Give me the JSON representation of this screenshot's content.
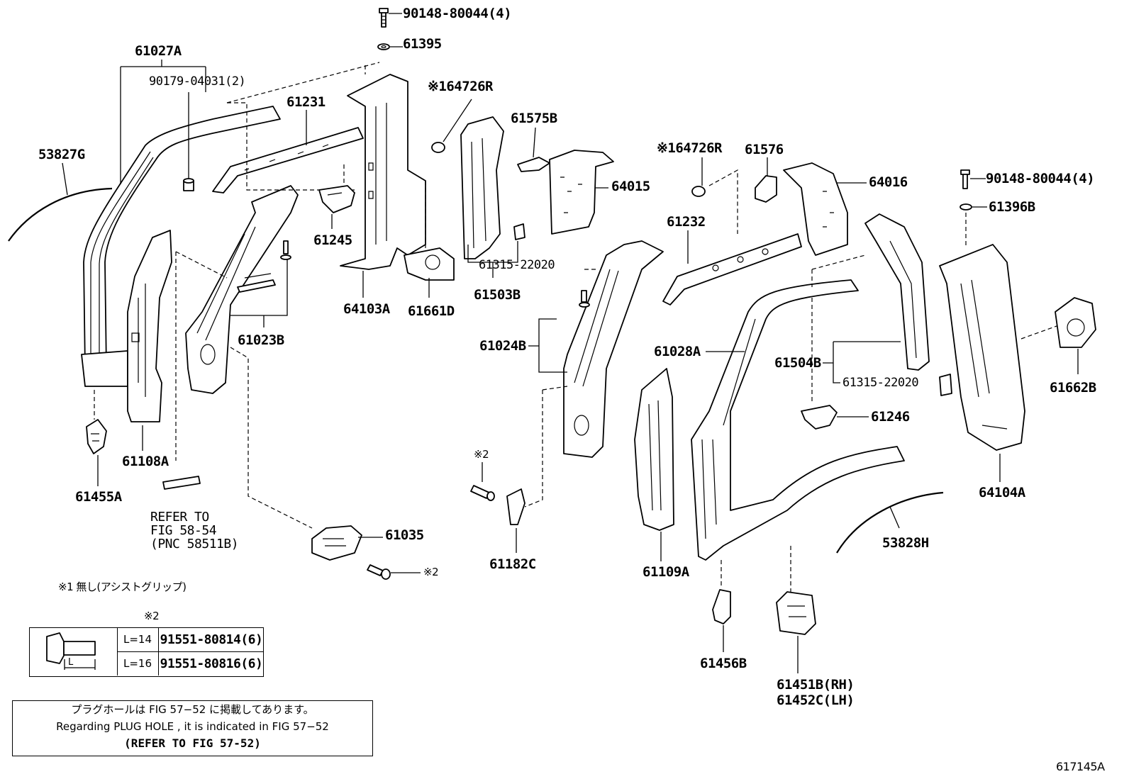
{
  "figure": {
    "figure_id": "617145A"
  },
  "labels": {
    "p90148_top": "90148-80044(4)",
    "p61395": "61395",
    "p61027A": "61027A",
    "p90179": "90179-04031(2)",
    "p61231": "61231",
    "p64726R_l": "※164726R",
    "p61575B": "61575B",
    "p53827G": "53827G",
    "p64015": "64015",
    "p61245": "61245",
    "p61315_l": "61315-22020",
    "p64103A": "64103A",
    "p61661D": "61661D",
    "p61503B": "61503B",
    "p61023B": "61023B",
    "p61024B": "61024B",
    "p61108A": "61108A",
    "p61455A": "61455A",
    "p61035": "61035",
    "p2_bolt": "※2",
    "p2_nut": "※2",
    "p61182C": "61182C",
    "p64726R_r": "※164726R",
    "p61576": "61576",
    "p64016": "64016",
    "p90148_right": "90148-80044(4)",
    "p61396B": "61396B",
    "p61232": "61232",
    "p61028A": "61028A",
    "p61504B": "61504B",
    "p61315_r": "61315-22020",
    "p61662B": "61662B",
    "p61246": "61246",
    "p64104A": "64104A",
    "p53828H": "53828H",
    "p61109A": "61109A",
    "p61456B": "61456B",
    "p61451B": "61451B(RH)",
    "p61452C": "61452C(LH)"
  },
  "refer_note": "REFER TO\nFIG 58-54\n(PNC 58511B)",
  "footnote": "※1 無し(アシストグリップ)",
  "bolt_table": {
    "header": "※2",
    "dimension_label": "L",
    "rows": [
      {
        "length": "L=14",
        "part": "91551-80814(6)"
      },
      {
        "length": "L=16",
        "part": "91551-80816(6)"
      }
    ]
  },
  "notice": {
    "line_jp": "プラグホールは FIG 57−52 に掲載してあります。",
    "line_en": "Regarding PLUG HOLE , it is indicated in FIG 57−52",
    "line_ref": "(REFER TO FIG 57-52)"
  }
}
